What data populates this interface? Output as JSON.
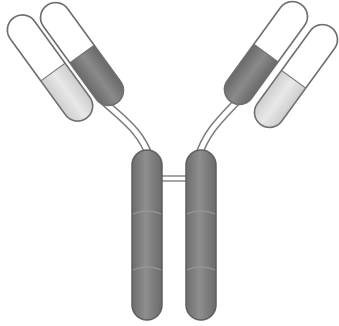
{
  "colors": {
    "background": "#ffffff",
    "outline": "#6f6f6f",
    "heavy_chain_dark": "#7d7d7d",
    "heavy_chain_mid": "#8c8c8c",
    "light_chain_light": "#d9d9d9",
    "light_chain_white": "#ffffff",
    "hinge_disulfide": "#9a9a9a"
  },
  "structures": {
    "heavy_chain_left": {
      "color_key": "heavy_chain_mid"
    },
    "heavy_chain_right": {
      "color_key": "heavy_chain_mid"
    },
    "light_chain_left": {
      "color_key": "light_chain_light"
    },
    "light_chain_right": {
      "color_key": "light_chain_light"
    }
  }
}
